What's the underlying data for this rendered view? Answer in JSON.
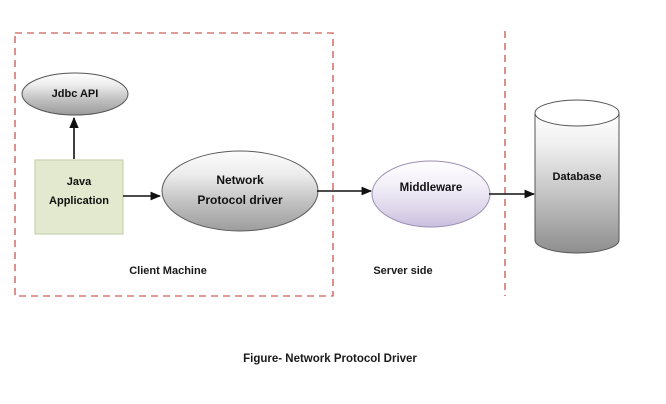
{
  "figure": {
    "caption": "Figure- Network Protocol Driver",
    "background_color": "#ffffff"
  },
  "zones": [
    {
      "id": "client",
      "label": "Client Machine",
      "border_color": "#c0392b",
      "border_style": "dashed"
    },
    {
      "id": "server",
      "label": "Server side",
      "border_color": "#c0392b",
      "border_style": "dashed"
    }
  ],
  "nodes": [
    {
      "id": "jdbc-api",
      "label": "Jdbc API",
      "shape": "ellipse",
      "fill_top": "#ffffff",
      "fill_bottom": "#9a9a9a",
      "stroke": "#555555",
      "font_size": 11
    },
    {
      "id": "java-application",
      "label_line1": "Java",
      "label_line2": "Application",
      "shape": "rectangle",
      "fill": "#e2e9cf",
      "stroke": "#c8d2ae",
      "font_size": 11
    },
    {
      "id": "network-protocol-driver",
      "label_line1": "Network",
      "label_line2": "Protocol driver",
      "shape": "ellipse",
      "fill_top": "#fbfbfb",
      "fill_bottom": "#9d9d9d",
      "stroke": "#5a5a5a",
      "font_size": 12
    },
    {
      "id": "middleware",
      "label": "Middleware",
      "shape": "ellipse",
      "fill_top": "#ffffff",
      "fill_bottom": "#c9bedd",
      "stroke": "#9b8fb5",
      "font_size": 11.5
    },
    {
      "id": "database",
      "label": "Database",
      "shape": "cylinder",
      "fill_top": "#ffffff",
      "fill_bottom": "#8e8e8e",
      "stroke": "#555555",
      "font_size": 11
    }
  ],
  "connections": [
    {
      "id": "java-to-jdbc",
      "from": "java-application",
      "to": "jdbc-api",
      "direction": "up"
    },
    {
      "id": "java-to-driver",
      "from": "java-application",
      "to": "network-protocol-driver",
      "direction": "right"
    },
    {
      "id": "driver-to-middleware",
      "from": "network-protocol-driver",
      "to": "middleware",
      "direction": "right"
    },
    {
      "id": "middleware-to-database",
      "from": "middleware",
      "to": "database",
      "direction": "right"
    }
  ]
}
